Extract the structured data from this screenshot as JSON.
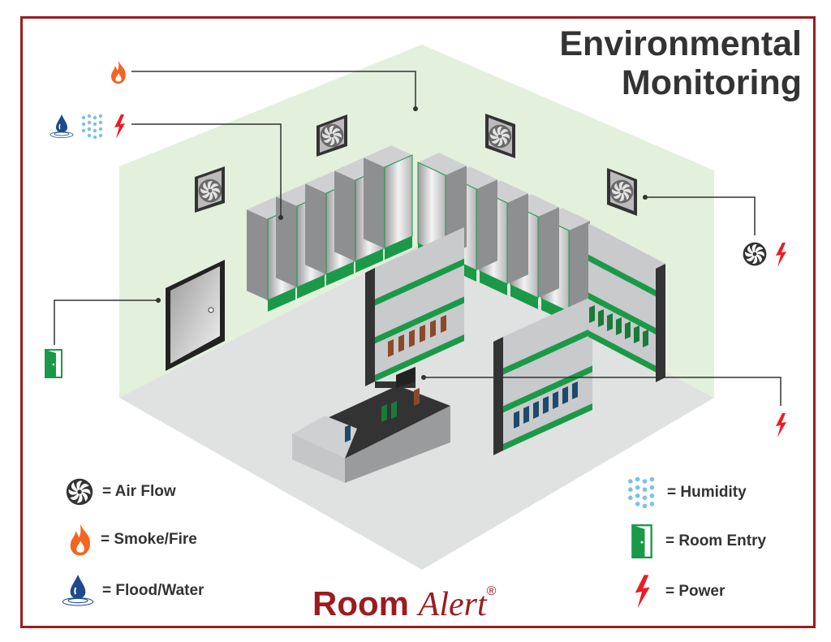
{
  "title": {
    "line1": "Environmental",
    "line2": "Monitoring"
  },
  "legend": [
    {
      "icon": "fan-icon",
      "label": "= Air Flow"
    },
    {
      "icon": "fire-icon",
      "label": "= Smoke/Fire"
    },
    {
      "icon": "water-drop-icon",
      "label": "= Flood/Water"
    },
    {
      "icon": "humidity-icon",
      "label": "= Humidity"
    },
    {
      "icon": "door-icon",
      "label": "= Room Entry"
    },
    {
      "icon": "power-icon",
      "label": "= Power"
    }
  ],
  "logo": {
    "word1": "Room",
    "word2": "Alert",
    "mark": "®"
  },
  "colors": {
    "brand": "#9b1c1f",
    "wall": "#e3f0dc",
    "floor": "#e0e1e1",
    "accent_green": "#1a9a48",
    "fire": "#f26522",
    "water": "#1d4a8c",
    "humidity": "#7cc0ea",
    "power": "#ed1c24"
  }
}
